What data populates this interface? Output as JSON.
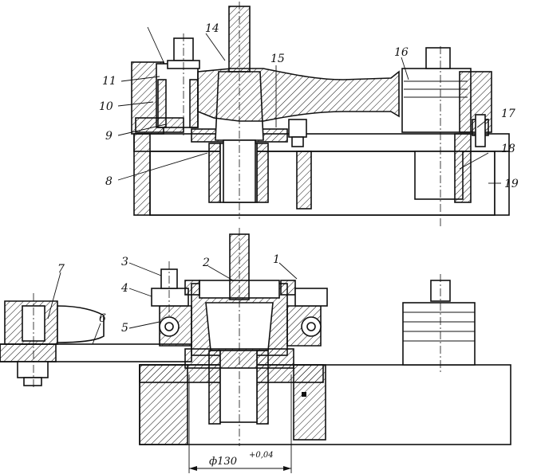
{
  "figure": {
    "callouts": {
      "c1": "1",
      "c2": "2",
      "c3": "3",
      "c4": "4",
      "c5": "5",
      "c6": "6",
      "c7": "7",
      "c8": "8",
      "c9": "9",
      "c10": "10",
      "c11": "11",
      "c14": "14",
      "c15": "15",
      "c16": "16",
      "c17": "17",
      "c18": "18",
      "c19": "19"
    },
    "dimension": {
      "nominal": "ф130",
      "tolerance": "+0,04"
    }
  }
}
